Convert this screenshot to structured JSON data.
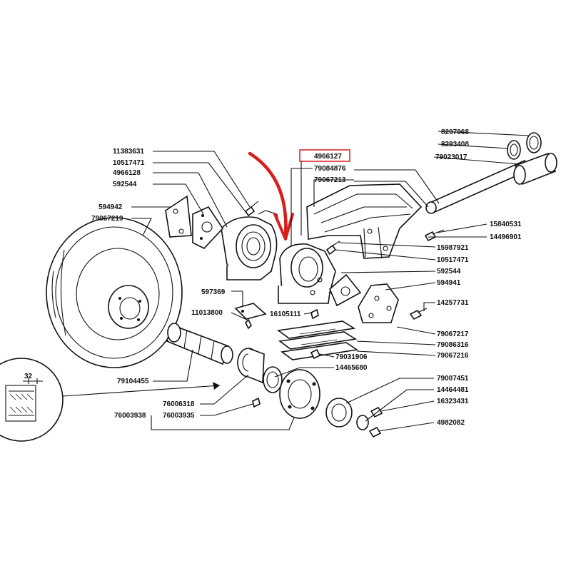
{
  "colors": {
    "ink": "#111111",
    "highlight_arrow": "#d81e1e",
    "highlight_box": "#d81e1e"
  },
  "highlighted_part": "4966127",
  "detail_dimension": "32",
  "labels": [
    {
      "id": "l_11383631",
      "text": "11383631"
    },
    {
      "id": "l_10517471a",
      "text": "10517471"
    },
    {
      "id": "l_4966128",
      "text": "4966128"
    },
    {
      "id": "l_592544a",
      "text": "592544"
    },
    {
      "id": "l_594942",
      "text": "594942"
    },
    {
      "id": "l_79067219",
      "text": "79067219"
    },
    {
      "id": "l_597369",
      "text": "597369"
    },
    {
      "id": "l_11013800",
      "text": "11013800"
    },
    {
      "id": "l_16105111",
      "text": "16105111"
    },
    {
      "id": "l_4966127",
      "text": "4966127"
    },
    {
      "id": "l_79084876",
      "text": "79084876"
    },
    {
      "id": "l_79067213",
      "text": "79067213"
    },
    {
      "id": "l_8297968",
      "text": "8297968"
    },
    {
      "id": "l_8293408",
      "text": "8293408"
    },
    {
      "id": "l_79023017",
      "text": "79023017"
    },
    {
      "id": "l_15840531",
      "text": "15840531"
    },
    {
      "id": "l_14496901",
      "text": "14496901"
    },
    {
      "id": "l_15987921",
      "text": "15987921"
    },
    {
      "id": "l_10517471b",
      "text": "10517471"
    },
    {
      "id": "l_592544b",
      "text": "592544"
    },
    {
      "id": "l_594941",
      "text": "594941"
    },
    {
      "id": "l_14257731",
      "text": "14257731"
    },
    {
      "id": "l_79067217",
      "text": "79067217"
    },
    {
      "id": "l_79086316",
      "text": "79086316"
    },
    {
      "id": "l_79067216",
      "text": "79067216"
    },
    {
      "id": "l_79031906",
      "text": "79031906"
    },
    {
      "id": "l_14465680",
      "text": "14465680"
    },
    {
      "id": "l_79104455",
      "text": "79104455"
    },
    {
      "id": "l_76006318",
      "text": "76006318"
    },
    {
      "id": "l_76003938",
      "text": "76003938"
    },
    {
      "id": "l_76003935",
      "text": "76003935"
    },
    {
      "id": "l_79007451",
      "text": "79007451"
    },
    {
      "id": "l_14464481",
      "text": "14464481"
    },
    {
      "id": "l_16323431",
      "text": "16323431"
    },
    {
      "id": "l_4982082",
      "text": "4982082"
    }
  ]
}
